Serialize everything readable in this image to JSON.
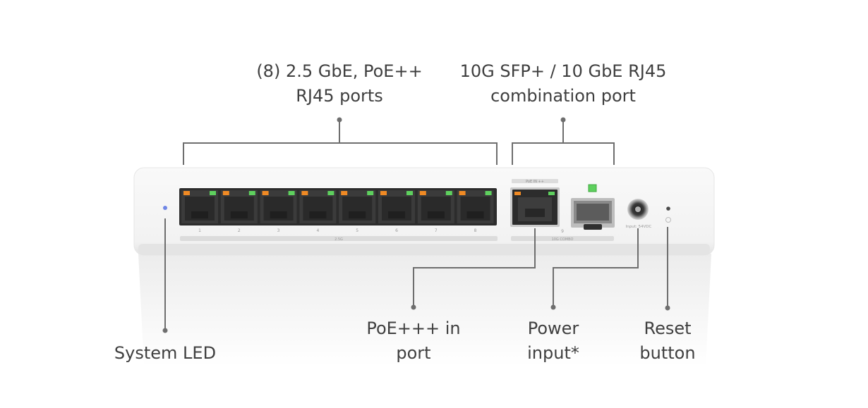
{
  "callouts": {
    "rj45_ports": {
      "line1": "(8) 2.5 GbE, PoE++",
      "line2": "RJ45 ports"
    },
    "combo_port": {
      "line1": "10G SFP+ / 10 GbE RJ45",
      "line2": "combination port"
    },
    "system_led": {
      "line1": "System LED"
    },
    "poe_in": {
      "line1": "PoE+++ in",
      "line2": "port"
    },
    "power_input": {
      "line1": "Power",
      "line2": "input*"
    },
    "reset": {
      "line1": "Reset",
      "line2": "button"
    }
  },
  "device": {
    "port_labels": [
      "1",
      "2",
      "3",
      "4",
      "5",
      "6",
      "7",
      "8"
    ],
    "uplink_port_label": "9",
    "poe_in_tag": "PoE IN ++",
    "bar_2_5g": "2.5G",
    "bar_combo": "10G COMBO",
    "power_text": "Input: 54VDC"
  },
  "colors": {
    "led_amber": "#f08a24",
    "led_green": "#5ed05e",
    "system_led": "#6f86e6",
    "line": "#6e6e6e",
    "body": "#f6f6f6"
  }
}
